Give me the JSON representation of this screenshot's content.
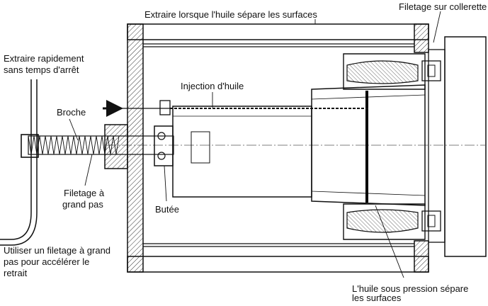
{
  "labels": {
    "top_extract": "Extraire lorsque l'huile sépare les surfaces",
    "collar_thread": "Filetage sur collerette",
    "quick_extract_line1": "Extraire rapidement",
    "quick_extract_line2": "sans temps d'arrêt",
    "oil_injection": "Injection d'huile",
    "spindle": "Broche",
    "thread_line1": "Filetage à",
    "thread_line2": "grand pas",
    "stop": "Butée",
    "hint_line1": "Utiliser un filetage à grand",
    "hint_line2": "pas pour accélérer le",
    "hint_line3": "retrait",
    "pressure_line1": "L'huile sous pression sépare",
    "pressure_line2": "les surfaces"
  },
  "colors": {
    "line": "#1a1a1a",
    "hatch": "#333333",
    "background": "#ffffff"
  }
}
